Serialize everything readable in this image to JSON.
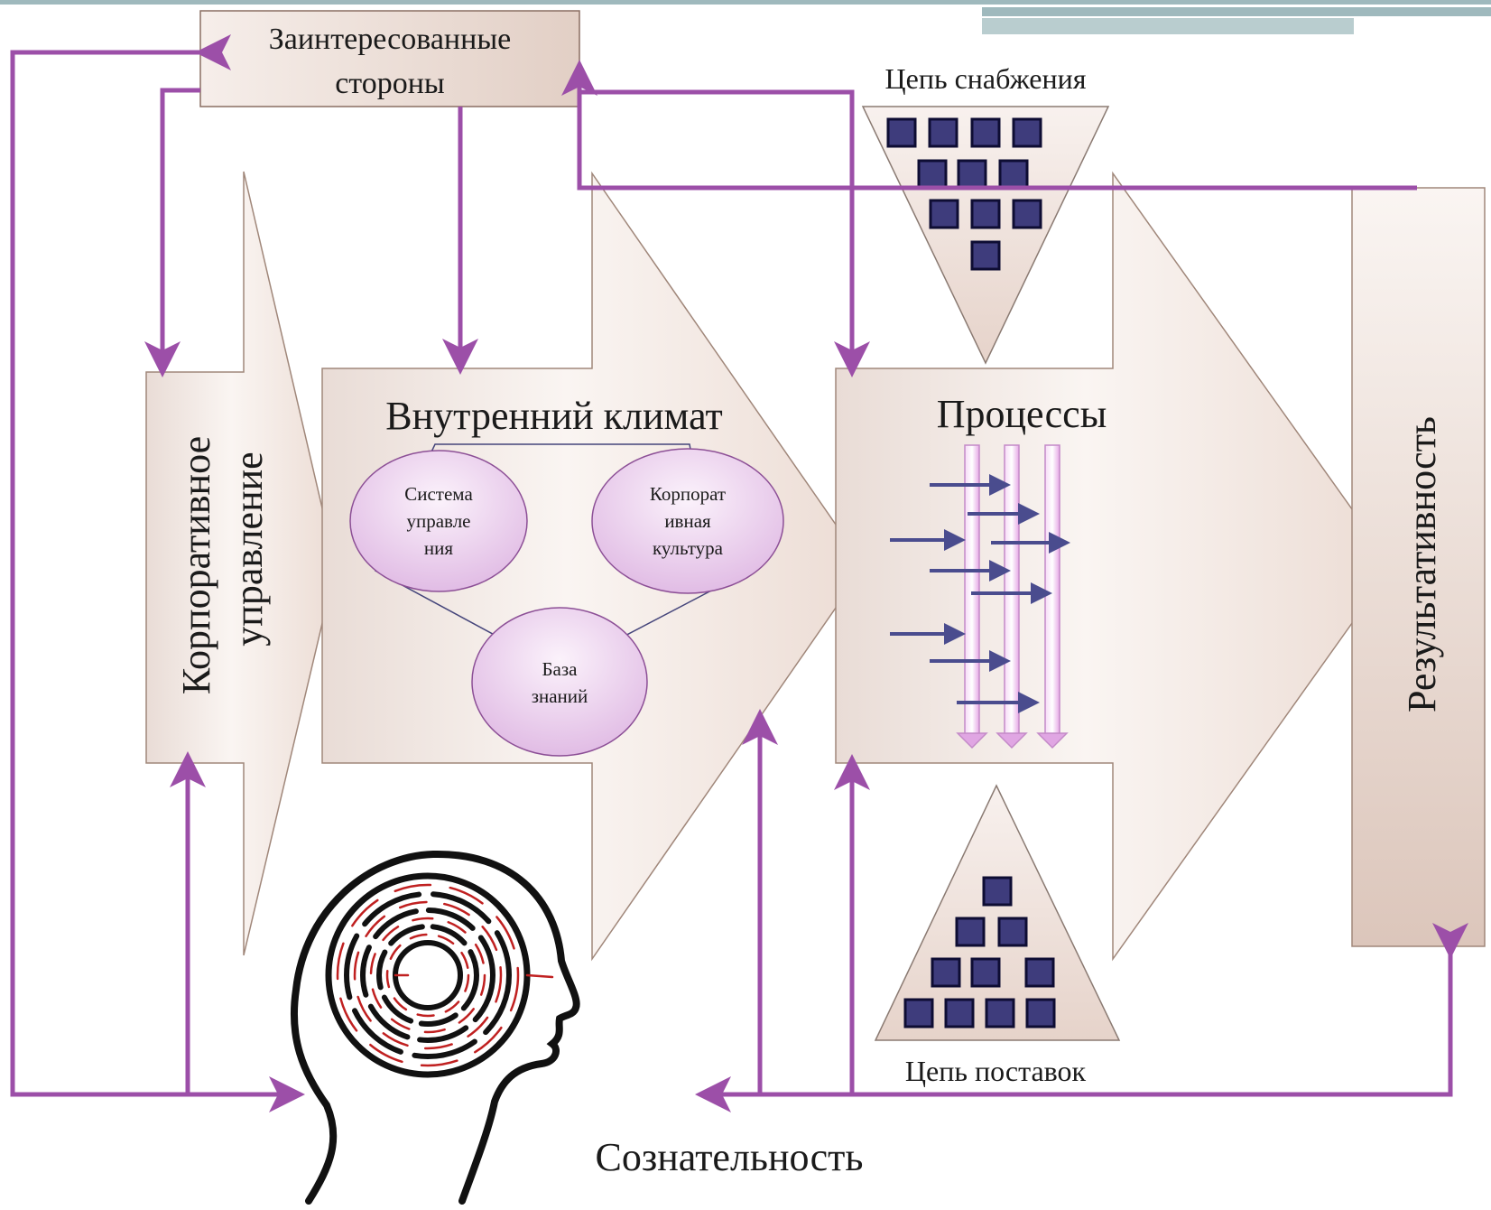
{
  "stakeholders": {
    "line1": "Заинтересованные",
    "line2": "стороны"
  },
  "corporate_governance": {
    "line1": "Корпоративное",
    "line2": "управление"
  },
  "internal_climate": {
    "title": "Внутренний климат",
    "management_system": [
      "Система",
      "управле",
      "ния"
    ],
    "corporate_culture": [
      "Корпорат",
      "ивная",
      "культура"
    ],
    "knowledge_base": [
      "База",
      "знаний"
    ]
  },
  "processes": {
    "title": "Процессы"
  },
  "supply_chain_top": "Цепь снабжения",
  "supply_chain_bottom": "Цепь поставок",
  "effectiveness": "Результативность",
  "consciousness": "Сознательность",
  "colors": {
    "connector": "#9c4fa8",
    "block": "#3e3c7c",
    "panel": "#f3ebe6",
    "bubble": "#ead0ec",
    "header_bar": "#9fb9bd"
  },
  "icons": [
    "brain-maze-icon"
  ]
}
